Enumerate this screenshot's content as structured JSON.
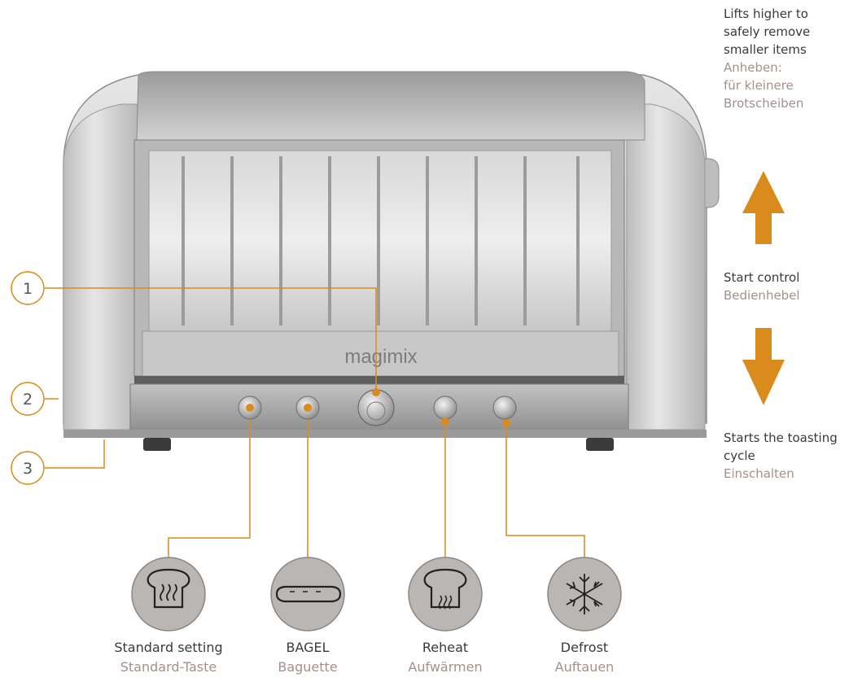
{
  "brand": "magimix",
  "accent_color": "#d98b1c",
  "icon_bg_color": "#b9b6b3",
  "callouts": [
    {
      "number": "1"
    },
    {
      "number": "2"
    },
    {
      "number": "3"
    }
  ],
  "lever": {
    "lift_en": [
      "Lifts higher to",
      "safely remove",
      "smaller items"
    ],
    "lift_de": [
      "Anheben:",
      "für kleinere",
      "Brotscheiben"
    ],
    "start_en": "Start control",
    "start_de": "Bedienhebel",
    "cycle_en": [
      "Starts the toasting",
      "cycle"
    ],
    "cycle_de": "Einschalten"
  },
  "functions": [
    {
      "icon": "toast-heat-icon",
      "en": "Standard setting",
      "de": "Standard-Taste"
    },
    {
      "icon": "baguette-icon",
      "en": "BAGEL",
      "de": "Baguette"
    },
    {
      "icon": "reheat-icon",
      "en": "Reheat",
      "de": "Aufwärmen"
    },
    {
      "icon": "snowflake-icon",
      "en": "Defrost",
      "de": "Auftauen"
    }
  ]
}
